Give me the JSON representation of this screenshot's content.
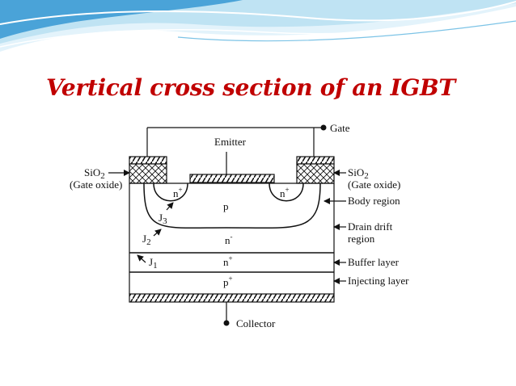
{
  "slide": {
    "title": "Vertical cross section of an IGBT"
  },
  "colors": {
    "title": "#c00000",
    "wave_dark": "#4aa3d8",
    "wave_light": "#bfe3f3",
    "line": "#111111"
  },
  "diagram": {
    "terminals": {
      "gate": "Gate",
      "emitter": "Emitter",
      "collector": "Collector"
    },
    "left_oxide": {
      "name": "SiO",
      "subscript": "2",
      "note": "(Gate oxide)"
    },
    "right_oxide": {
      "name": "SiO",
      "subscript": "2",
      "note": "(Gate oxide)"
    },
    "regions": {
      "left_n_plus": {
        "letter": "n",
        "sign": "+"
      },
      "right_n_plus": {
        "letter": "n",
        "sign": "+"
      },
      "p_body": "p",
      "drift": {
        "letter": "n",
        "sign": "-"
      },
      "buffer": {
        "letter": "n",
        "sign": "+"
      },
      "injecting": {
        "letter": "p",
        "sign": "+"
      }
    },
    "junctions": {
      "j3": {
        "letter": "J",
        "num": "3"
      },
      "j2": {
        "letter": "J",
        "num": "2"
      },
      "j1": {
        "letter": "J",
        "num": "1"
      }
    },
    "right_labels": {
      "body": "Body region",
      "drift_line1": "Drain drift",
      "drift_line2": "region",
      "buffer": "Buffer layer",
      "injecting": "Injecting layer"
    }
  }
}
